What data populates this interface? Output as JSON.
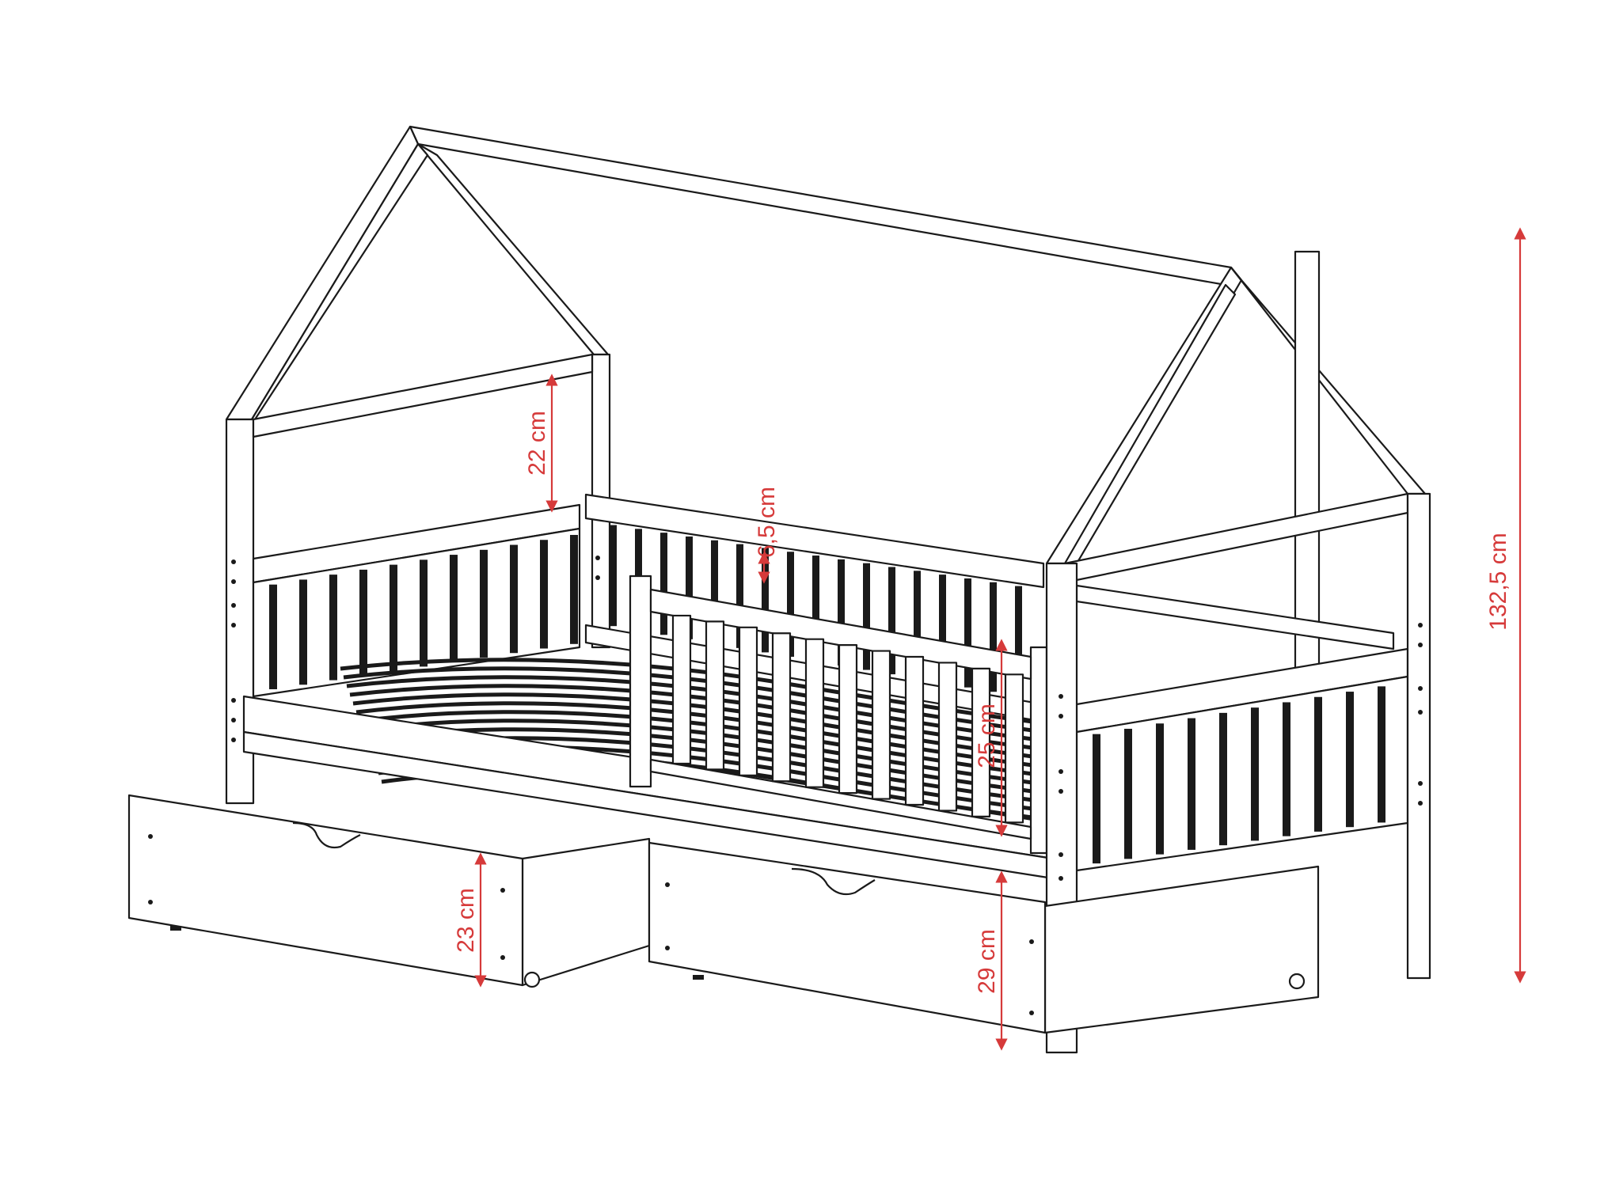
{
  "colors": {
    "line": "#1a1a1a",
    "dimension": "#d63a3a",
    "background": "#ffffff"
  },
  "dimensions": {
    "headboard_gap": "22 cm",
    "rail_height": "6,5 cm",
    "barrier_height": "25 cm",
    "drawer_height": "23 cm",
    "floor_clearance": "29 cm",
    "total_height": "132,5 cm"
  }
}
